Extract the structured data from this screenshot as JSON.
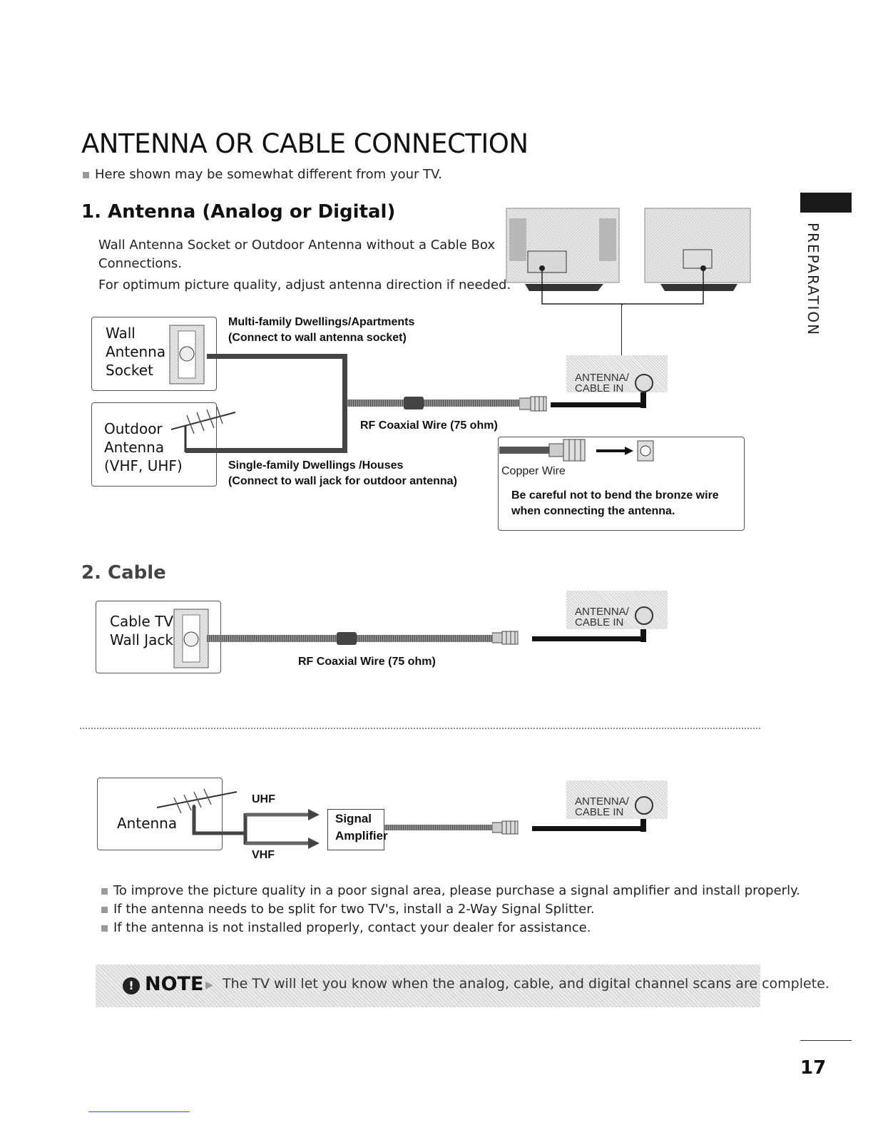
{
  "page": {
    "title": "ANTENNA OR CABLE CONNECTION",
    "subtitle_note": "Here shown may be somewhat different from your TV.",
    "side_tab": "PREPARATION",
    "page_number": "17"
  },
  "section1": {
    "heading": "1. Antenna (Analog or Digital)",
    "intro_line1": "Wall Antenna Socket or Outdoor Antenna without a Cable Box",
    "intro_line2": "Connections.",
    "intro_line3": "For optimum picture quality, adjust antenna direction if needed.",
    "wall_box": [
      "Wall",
      "Antenna",
      "Socket"
    ],
    "outdoor_box": [
      "Outdoor",
      "Antenna",
      "(VHF, UHF)"
    ],
    "multi_family_line1": "Multi-family Dwellings/Apartments",
    "multi_family_line2": "(Connect to wall antenna socket)",
    "single_family_line1": "Single-family Dwellings /Houses",
    "single_family_line2": "(Connect to wall jack for outdoor antenna)",
    "rf_wire": "RF Coaxial Wire (75 ohm)",
    "panel_label_line1": "ANTENNA/",
    "panel_label_line2": "CABLE IN",
    "copper_wire": "Copper Wire",
    "caution_line1": "Be careful not to bend the bronze wire",
    "caution_line2": "when connecting the antenna."
  },
  "section2": {
    "heading": "2. Cable",
    "jack_box": [
      "Cable TV",
      "Wall Jack"
    ],
    "rf_wire": "RF Coaxial Wire (75 ohm)",
    "panel_label_line1": "ANTENNA/",
    "panel_label_line2": "CABLE IN"
  },
  "section3": {
    "antenna_label": "Antenna",
    "uhf": "UHF",
    "vhf": "VHF",
    "amp_line1": "Signal",
    "amp_line2": "Amplifier",
    "panel_label_line1": "ANTENNA/",
    "panel_label_line2": "CABLE IN",
    "bullets": [
      "To improve the picture quality in a poor signal area, please purchase a signal amplifier and install properly.",
      "If the antenna needs to be split for two TV's, install a 2-Way Signal Splitter.",
      "If the antenna is not installed properly, contact your dealer for assistance."
    ]
  },
  "note": {
    "icon": "!",
    "label": "NOTE",
    "text": "The TV will let you know when the analog, cable, and digital channel scans are complete."
  }
}
